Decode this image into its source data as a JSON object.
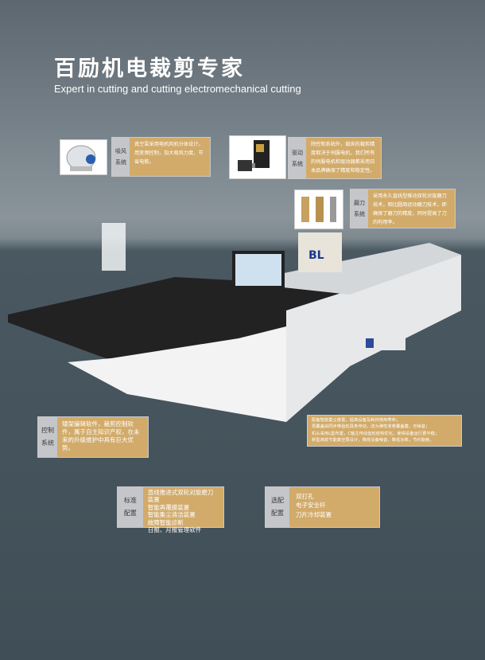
{
  "title": "百励机电裁剪专家",
  "subtitle": "Expert in cutting and cutting electromechanical cutting",
  "features": [
    {
      "label": "吸风\n系统",
      "text": "真空泵采用电机风机分体设计，用变频控制，加大吸风力度，节省电能。"
    },
    {
      "label": "驱动\n系统",
      "text": "除控制系统外，裁床的裁剪精度取决于伺服电机，我们所有的伺服电机和驱动器都采用日本品牌确保了精度和稳定性。"
    },
    {
      "label": "磨刀\n系统",
      "text": "采用永久直线型推动双轮对旋磨刀技术，相比圆周运动磨刀技术，即确保了磨刀的精度，同时提高了刀的利用率。"
    },
    {
      "label": "控制\n系统",
      "text": "矮架编辑软件，裁剪控制软件，属于自主知识产权，在未来的升级维护中具有巨大优势。"
    }
  ],
  "notes": [
    "配备智能集尘装置，提高设备及耗材使用寿命；",
    "再覆盖由同步带齿轮具条传动，改为弹性收卷覆盖膜，无噪音；",
    "机头采用L型布置，C轴主传动齿轮结构优化，使得设备运行更平稳；",
    "新型高效节能真空泵设计，降低设备噪音，降低功率，节约能耗。"
  ],
  "standard": {
    "label": "标准\n配置",
    "items": [
      "直线推进式双轮对旋磨刀装置",
      "智能再覆膜装置",
      "智能集尘清洁装置",
      "故障智能诊断",
      "日报、月报管理软件"
    ]
  },
  "optional": {
    "label": "选配\n配置",
    "items": [
      "双打孔",
      "电子安全杆",
      "刀片冷却装置"
    ]
  },
  "brand": "BL"
}
